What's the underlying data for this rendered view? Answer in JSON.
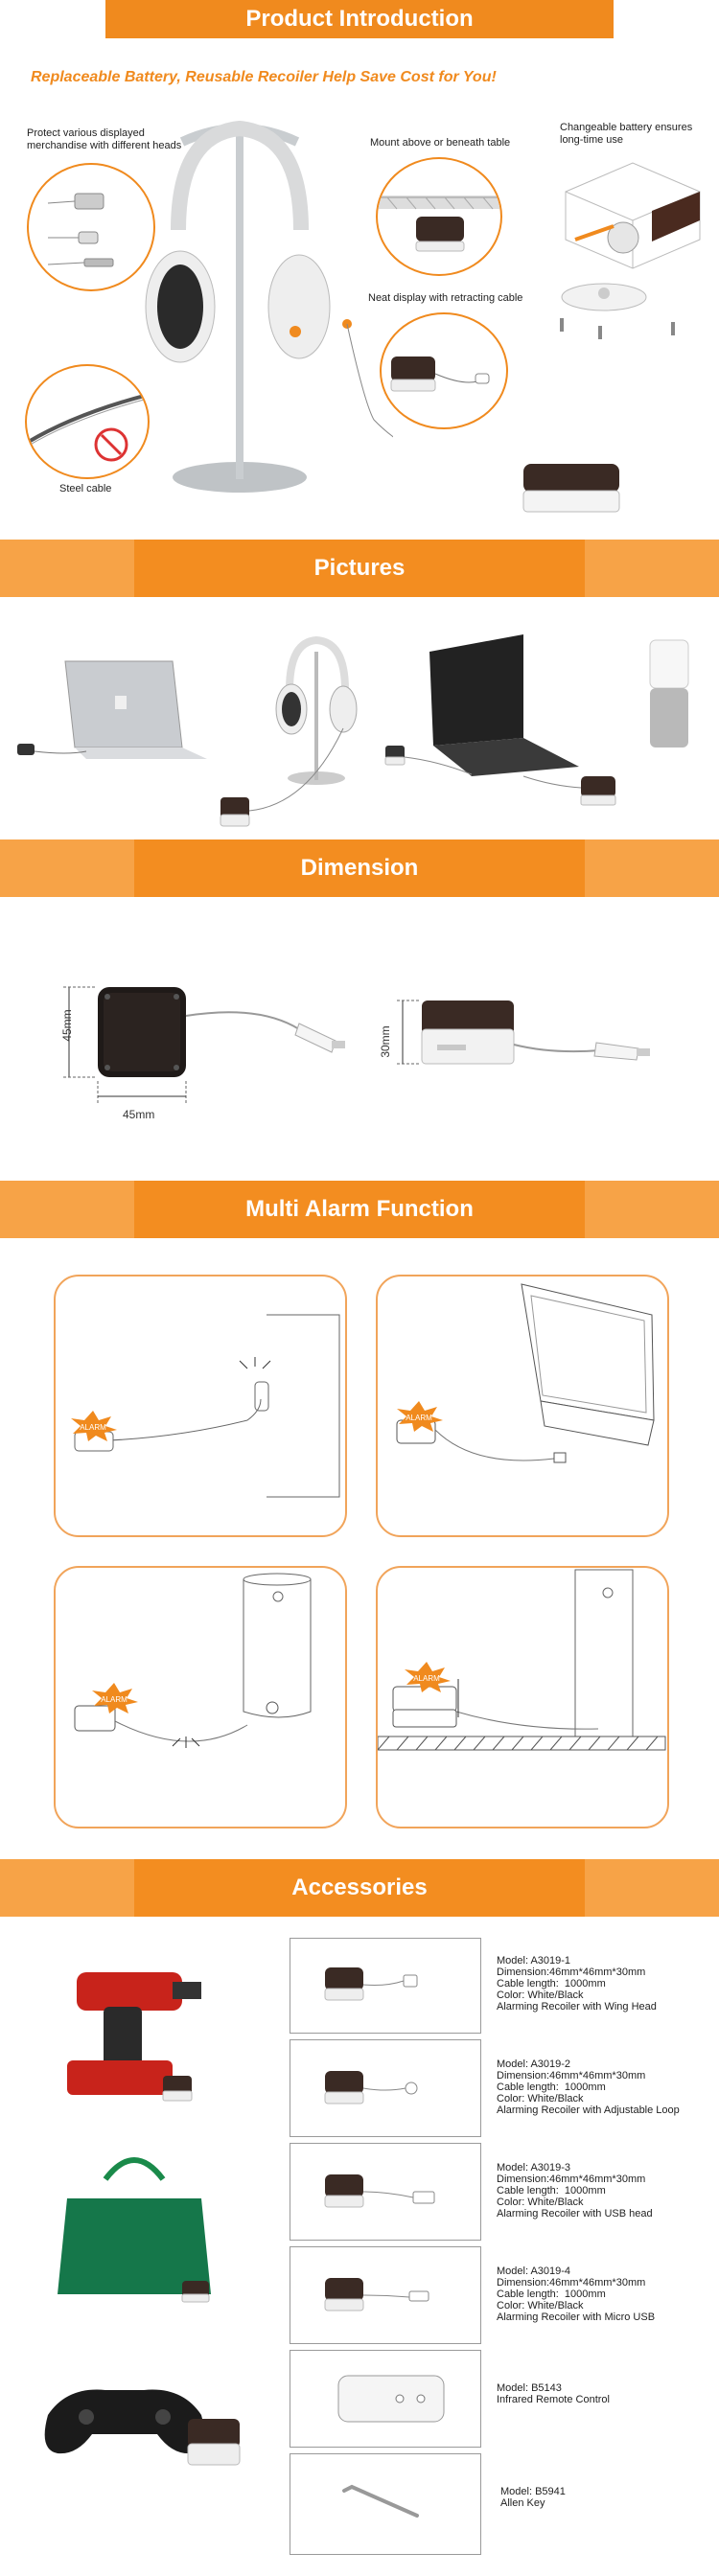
{
  "sections": {
    "product_intro": "Product Introduction",
    "pictures": "Pictures",
    "dimension": "Dimension",
    "multi_alarm": "Multi Alarm Function",
    "accessories": "Accessories"
  },
  "intro": {
    "tagline": "Replaceable Battery, Reusable Recoiler Help Save Cost for You!",
    "callouts": {
      "heads_line1": "Protect various displayed",
      "heads_line2": "merchandise with different heads",
      "mount": "Mount above or beneath table",
      "battery_line1": "Changeable battery ensures",
      "battery_line2": "long-time use",
      "retract": "Neat display with retracting cable",
      "steel": "Steel cable"
    }
  },
  "dimension": {
    "width_label": "45mm",
    "height_label": "45mm",
    "depth_label": "30mm"
  },
  "alarm_text": "ALARM",
  "accessories": [
    {
      "model": "Model: A3019-1",
      "dimension": "Dimension:46mm*46mm*30mm",
      "cable": "Cable length:  1000mm",
      "color": "Color: White/Black",
      "desc": "Alarming Recoiler with Wing Head"
    },
    {
      "model": "Model: A3019-2",
      "dimension": "Dimension:46mm*46mm*30mm",
      "cable": "Cable length:  1000mm",
      "color": "Color: White/Black",
      "desc": "Alarming Recoiler with Adjustable Loop"
    },
    {
      "model": "Model: A3019-3",
      "dimension": "Dimension:46mm*46mm*30mm",
      "cable": "Cable length:  1000mm",
      "color": "Color: White/Black",
      "desc": "Alarming Recoiler with USB head"
    },
    {
      "model": "Model: A3019-4",
      "dimension": "Dimension:46mm*46mm*30mm",
      "cable": "Cable length:  1000mm",
      "color": "Color: White/Black",
      "desc": "Alarming Recoiler with Micro USB"
    },
    {
      "model": "Model: B5143",
      "desc": "Infrared Remote Control"
    },
    {
      "model": "Model: B5941",
      "desc": "Allen Key"
    }
  ],
  "colors": {
    "accent": "#f08a1e",
    "accent_light": "#f7a347",
    "text": "#333333"
  }
}
